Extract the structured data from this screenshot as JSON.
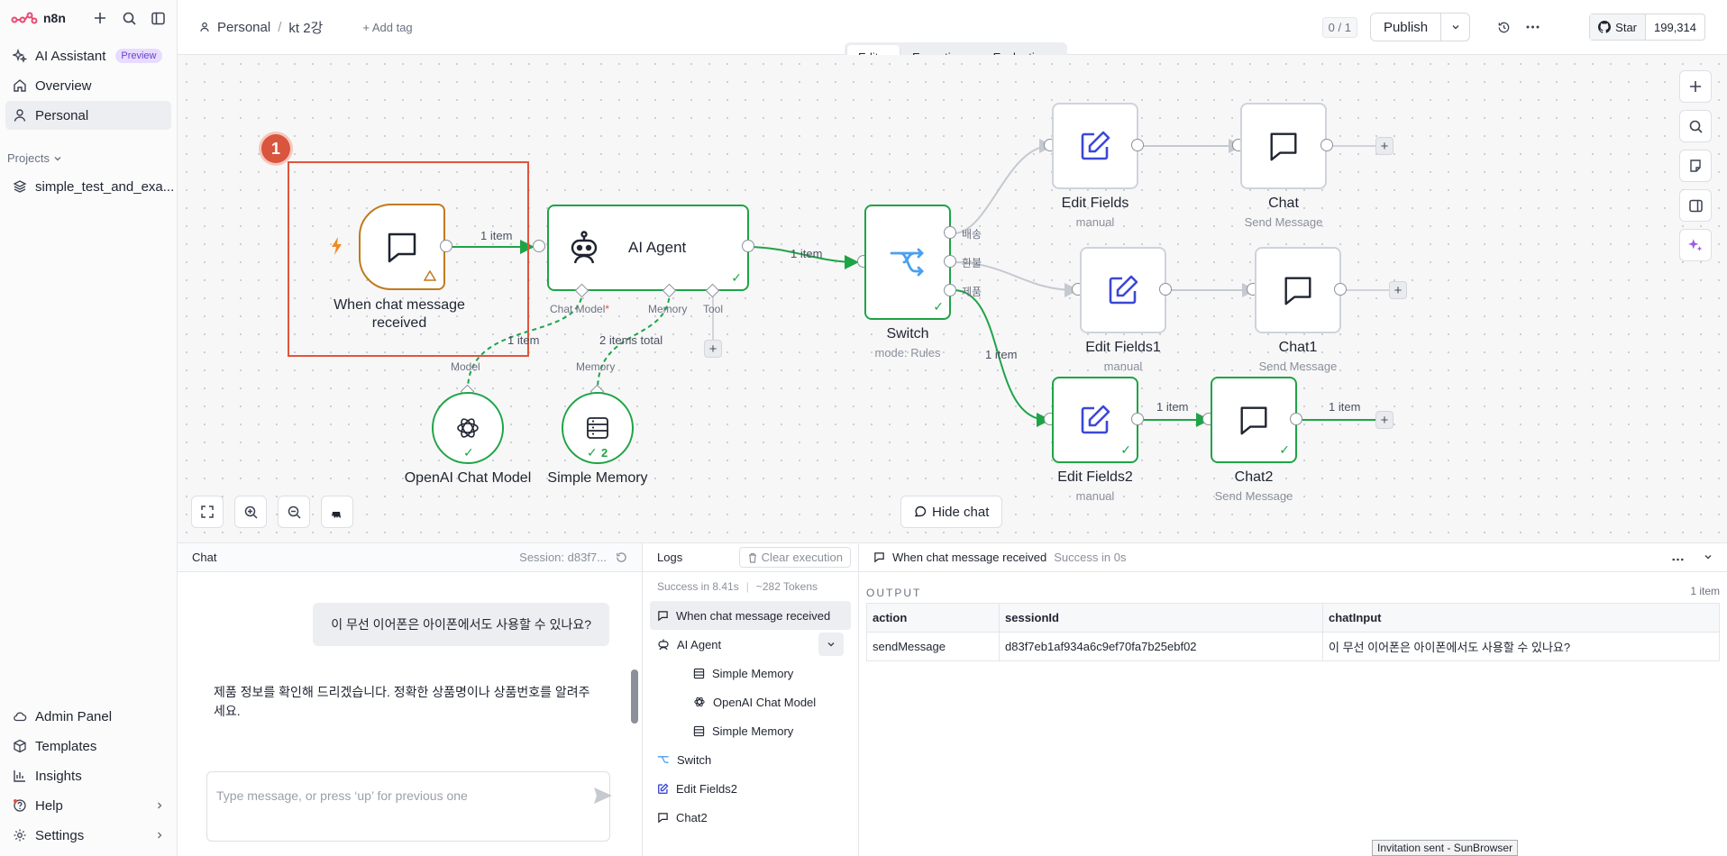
{
  "app": {
    "logo_text": "n8n"
  },
  "sidebar": {
    "items": [
      {
        "label": "AI Assistant",
        "badge": "Preview"
      },
      {
        "label": "Overview"
      },
      {
        "label": "Personal"
      }
    ],
    "projects_label": "Projects",
    "project_item": "simple_test_and_exa...",
    "bottom_items": [
      {
        "label": "Admin Panel"
      },
      {
        "label": "Templates"
      },
      {
        "label": "Insights"
      },
      {
        "label": "Help"
      },
      {
        "label": "Settings"
      }
    ]
  },
  "header": {
    "breadcrumb_project": "Personal",
    "breadcrumb_sep": "/",
    "workflow_name": "kt 2강",
    "add_tag": "+ Add tag",
    "version_counter": "0 / 1",
    "publish_label": "Publish",
    "github_star": "Star",
    "github_count": "199,314"
  },
  "tabs": [
    "Editor",
    "Executions",
    "Evaluations"
  ],
  "canvas": {
    "step_badge": "1",
    "nodes": {
      "trigger": {
        "title_line1": "When chat message",
        "title_line2": "received"
      },
      "agent": {
        "title": "AI Agent"
      },
      "switch": {
        "title": "Switch",
        "sub": "mode: Rules"
      },
      "edit1": {
        "title": "Edit Fields",
        "sub": "manual"
      },
      "chat1": {
        "title": "Chat",
        "sub": "Send Message"
      },
      "edit2": {
        "title": "Edit Fields1",
        "sub": "manual"
      },
      "chat2": {
        "title": "Chat1",
        "sub": "Send Message"
      },
      "edit3": {
        "title": "Edit Fields2",
        "sub": "manual"
      },
      "chat3": {
        "title": "Chat2",
        "sub": "Send Message"
      },
      "openai": {
        "title": "OpenAI Chat Model"
      },
      "memory": {
        "title": "Simple Memory",
        "run_count": "2"
      }
    },
    "edge_labels": {
      "trigger_agent": "1 item",
      "agent_switch": "1 item",
      "model": "1 item",
      "memory": "2 items total",
      "switch_edit3": "1 item",
      "edit3_chat3": "1 item",
      "chat3_out": "1 item"
    },
    "port_labels": {
      "chat_model": "Chat Model",
      "required_mark": "*",
      "memory": "Memory",
      "tool": "Tool",
      "model_in": "Model",
      "memory_in": "Memory",
      "out1": "배송",
      "out2": "환불",
      "out3": "제품"
    },
    "hide_chat": "Hide chat"
  },
  "chat_panel": {
    "title": "Chat",
    "session": "Session: d83f7...",
    "user_message": "이 무선 이어폰은 아이폰에서도 사용할 수 있나요?",
    "bot_message": "제품 정보를 확인해 드리겠습니다. 정확한 상품명이나 상품번호를 알려주세요.",
    "input_placeholder": "Type message, or press ‘up’ for previous one"
  },
  "logs_panel": {
    "title": "Logs",
    "clear_label": "Clear execution",
    "summary": "Success in 8.41s",
    "tokens": "~282 Tokens",
    "rows": [
      {
        "label": "When chat message received"
      },
      {
        "label": "AI Agent"
      },
      {
        "label": "Simple Memory"
      },
      {
        "label": "OpenAI Chat Model"
      },
      {
        "label": "Simple Memory"
      },
      {
        "label": "Switch"
      },
      {
        "label": "Edit Fields2"
      },
      {
        "label": "Chat2"
      }
    ]
  },
  "output_panel": {
    "node_name": "When chat message received",
    "status": "Success in 0s",
    "label": "OUTPUT",
    "count": "1 item",
    "columns": [
      "action",
      "sessionId",
      "chatInput"
    ],
    "row": [
      "sendMessage",
      "d83f7eb1af934a6c9ef70fa7b25ebf02",
      "이 무선 이어폰은 아이폰에서도 사용할 수 있나요?"
    ]
  },
  "toast": "Invitation sent - SunBrowser",
  "colors": {
    "success": "#1ea446",
    "trigger": "#c07a1e",
    "selection": "#e0553d",
    "accent": "#3b48d6"
  }
}
